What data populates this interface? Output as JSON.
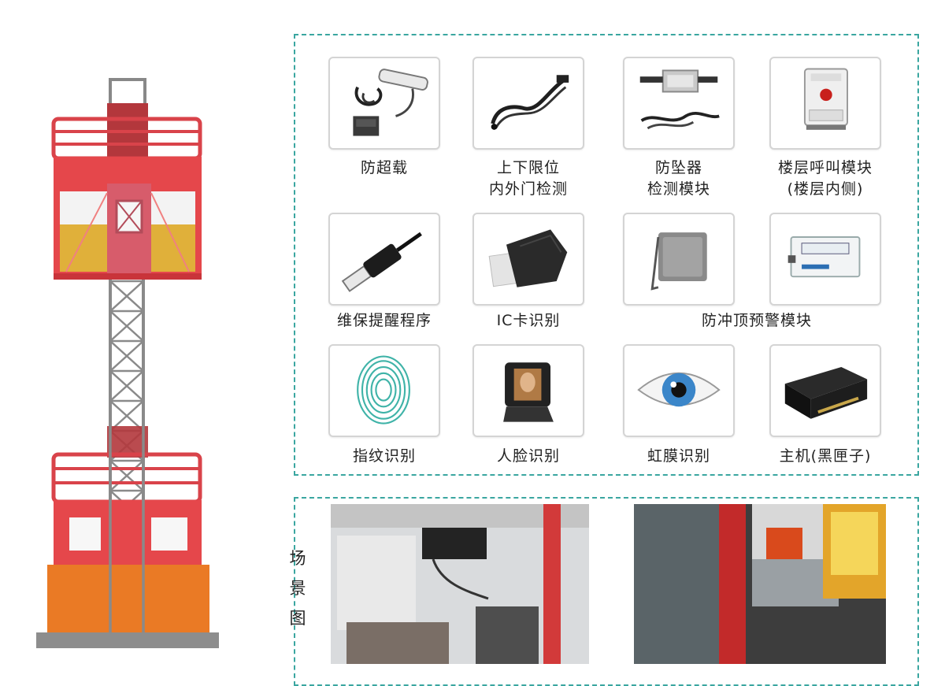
{
  "components": [
    {
      "id": "overload",
      "icon": "overload-sensor-icon",
      "lines": [
        "防超载"
      ]
    },
    {
      "id": "limit",
      "icon": "limit-cable-icon",
      "lines": [
        "上下限位",
        "内外门检测"
      ]
    },
    {
      "id": "antifall",
      "icon": "anti-fall-icon",
      "lines": [
        "防坠器",
        "检测模块"
      ]
    },
    {
      "id": "floorcall",
      "icon": "call-button-icon",
      "lines": [
        "楼层呼叫模块",
        "(楼层内侧)"
      ]
    },
    {
      "id": "maintain",
      "icon": "usb-plug-icon",
      "lines": [
        "维保提醒程序"
      ]
    },
    {
      "id": "iccard",
      "icon": "card-reader-icon",
      "lines": [
        "IC卡识别"
      ]
    },
    {
      "id": "anticollision",
      "icon": "sensor-box-icon",
      "lines": [
        "防冲顶预警模块"
      ]
    },
    {
      "id": "fingerprint",
      "icon": "fingerprint-icon",
      "lines": [
        "指纹识别"
      ]
    },
    {
      "id": "face",
      "icon": "face-scanner-icon",
      "lines": [
        "人脸识别"
      ]
    },
    {
      "id": "iris",
      "icon": "eye-icon",
      "lines": [
        "虹膜识别"
      ]
    },
    {
      "id": "host",
      "icon": "black-box-icon",
      "lines": [
        "主机(黑匣子)"
      ]
    }
  ],
  "extra_box_icon": "display-box-icon",
  "scene": {
    "label": "场景图"
  },
  "colors": {
    "accent_dashed": "#3aa6a0",
    "elevator_red": "#e0393e",
    "elevator_orange": "#e8741f"
  }
}
